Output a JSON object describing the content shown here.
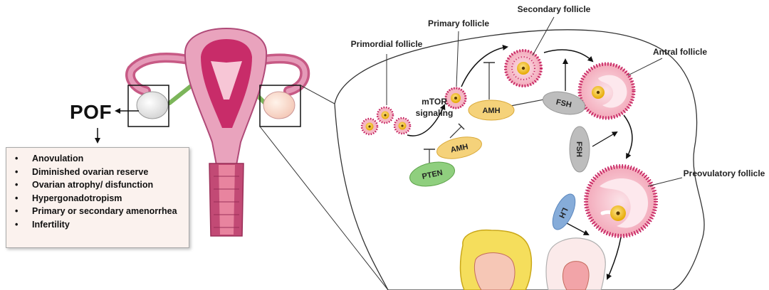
{
  "pof_label": "POF",
  "symptoms": [
    "Anovulation",
    "Diminished ovarian reserve",
    "Ovarian atrophy/ disfunction",
    "Hypergonadotropism",
    "Primary or secondary amenorrhea",
    "Infertility"
  ],
  "stage_labels": {
    "primordial": "Primordial follicle",
    "primary": "Primary follicle",
    "secondary": "Secondary follicle",
    "antral": "Antral follicle",
    "preovulatory": "Preovulatory follicle"
  },
  "signaling": {
    "line1": "mTOR",
    "line2": "signaling"
  },
  "hormones": {
    "amh_upper": "AMH",
    "amh_lower": "AMH",
    "pten": "PTEN",
    "fsh_upper": "FSH",
    "fsh_lower": "FSH",
    "lh": "LH"
  },
  "colors": {
    "amh": "#f5d27a",
    "pten": "#8fcf7e",
    "fsh": "#bdbdbd",
    "lh": "#86acd9",
    "follicle": "#f4b8c4",
    "follicle_dots": "#c2185b",
    "oocyte": "#f2c230",
    "uterus": "#d66a8e",
    "corpus_luteum": "#f5de5c"
  }
}
